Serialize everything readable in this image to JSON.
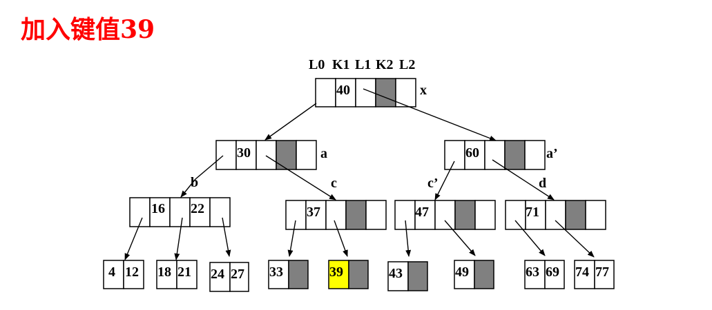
{
  "title": "加入键值39",
  "header_labels": [
    "L0",
    "K1",
    "L1",
    "K2",
    "L2"
  ],
  "colors": {
    "title": "#ff0000",
    "shaded": "#808080",
    "highlight": "#ffff00",
    "line": "#000000"
  },
  "nodes": {
    "x": {
      "label": "x",
      "keys": [
        "40",
        ""
      ],
      "shaded": [
        3
      ]
    },
    "a": {
      "label": "a",
      "keys": [
        "30",
        ""
      ],
      "shaded": [
        3
      ]
    },
    "a2": {
      "label": "a’",
      "keys": [
        "60",
        ""
      ],
      "shaded": [
        3
      ]
    },
    "b": {
      "label": "b",
      "keys": [
        "16",
        "22"
      ],
      "shaded": []
    },
    "c": {
      "label": "c",
      "keys": [
        "37",
        ""
      ],
      "shaded": [
        3
      ]
    },
    "c2": {
      "label": "c’",
      "keys": [
        "47",
        ""
      ],
      "shaded": [
        3
      ]
    },
    "d": {
      "label": "d",
      "keys": [
        "71",
        ""
      ],
      "shaded": [
        3
      ]
    },
    "leaf1": {
      "keys": [
        "4",
        "12"
      ]
    },
    "leaf2": {
      "keys": [
        "18",
        "21"
      ]
    },
    "leaf3": {
      "keys": [
        "24",
        "27"
      ]
    },
    "leaf4": {
      "keys": [
        "33",
        ""
      ],
      "shaded": [
        1
      ]
    },
    "leaf5": {
      "keys": [
        "39",
        ""
      ],
      "shaded": [
        1
      ],
      "highlight": [
        0
      ]
    },
    "leaf6": {
      "keys": [
        "43",
        ""
      ],
      "shaded": [
        1
      ]
    },
    "leaf7": {
      "keys": [
        "49",
        ""
      ],
      "shaded": [
        1
      ]
    },
    "leaf8": {
      "keys": [
        "63",
        "69"
      ]
    },
    "leaf9": {
      "keys": [
        "74",
        "77"
      ]
    }
  }
}
